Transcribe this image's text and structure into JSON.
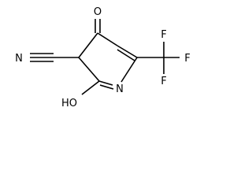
{
  "molecule": {
    "atoms": {
      "ketone_oxygen": "O",
      "nitrile_nitrogen": "N",
      "ring_nitrogen": "N",
      "hydroxyl": "HO",
      "fluorine_top": "F",
      "fluorine_right": "F",
      "fluorine_bottom": "F"
    }
  }
}
